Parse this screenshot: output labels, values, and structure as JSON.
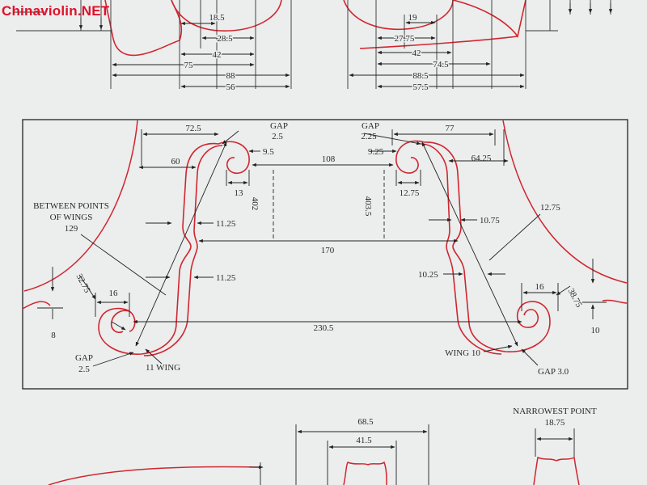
{
  "watermark": "Chinaviolin.NET",
  "top": {
    "left_dims": [
      "18.5",
      "28.5",
      "42",
      "75",
      "88",
      "56"
    ],
    "right_dims": [
      "19",
      "27.75",
      "42",
      "74.5",
      "88.5",
      "57.5"
    ]
  },
  "main": {
    "left": {
      "gap_label": "GAP",
      "gap_value": "2.5",
      "dim_72_5": "72.5",
      "dim_60": "60",
      "dim_9_5": "9.5",
      "dim_13": "13",
      "dim_402": "402",
      "dim_11_25_top": "11.25",
      "dim_11_25_bottom": "11.25",
      "between_points_line1": "BETWEEN POINTS",
      "between_points_line2": "OF WINGS",
      "between_points_value": "129",
      "dim_32_75": "32.75",
      "dim_16": "16",
      "dim_8": "8",
      "lower_gap_label": "GAP",
      "lower_gap_value": "2.5",
      "wing_label": "11 WING"
    },
    "right": {
      "gap_label": "GAP",
      "gap_value": "2.25",
      "dim_77": "77",
      "dim_9_25": "9.25",
      "dim_64_25": "64.25",
      "dim_12_75_eye": "12.75",
      "dim_403_5": "403.5",
      "dim_10_75": "10.75",
      "dim_12_75": "12.75",
      "dim_10_25": "10.25",
      "dim_16": "16",
      "dim_38_75": "38.75",
      "dim_10": "10",
      "wing_label": "WING 10",
      "lower_gap_label": "GAP 3.0"
    },
    "center": {
      "dim_108": "108",
      "dim_170": "170",
      "dim_230_5": "230.5"
    }
  },
  "bottom": {
    "dim_68_5": "68.5",
    "dim_41_5": "41.5",
    "narrowest_label": "NARROWEST POINT",
    "narrowest_value": "18.75"
  }
}
